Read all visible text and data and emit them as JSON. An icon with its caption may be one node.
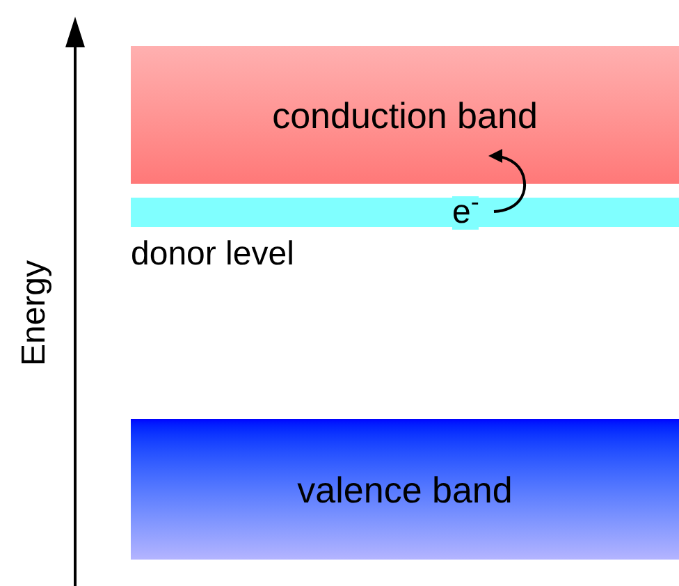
{
  "diagram": {
    "nodes": [
      {
        "text": [
          "conduction band"
        ]
      },
      {
        "text": [],
        "shape": "bar",
        "beside": [
          "donor level"
        ]
      },
      {
        "text": [
          "valence band"
        ]
      }
    ],
    "edges": [
      {
        "from": 1,
        "to": 0,
        "arrow": "to",
        "label": "e$^{-}$"
      }
    ],
    "labels": [
      "Energy"
    ]
  }
}
